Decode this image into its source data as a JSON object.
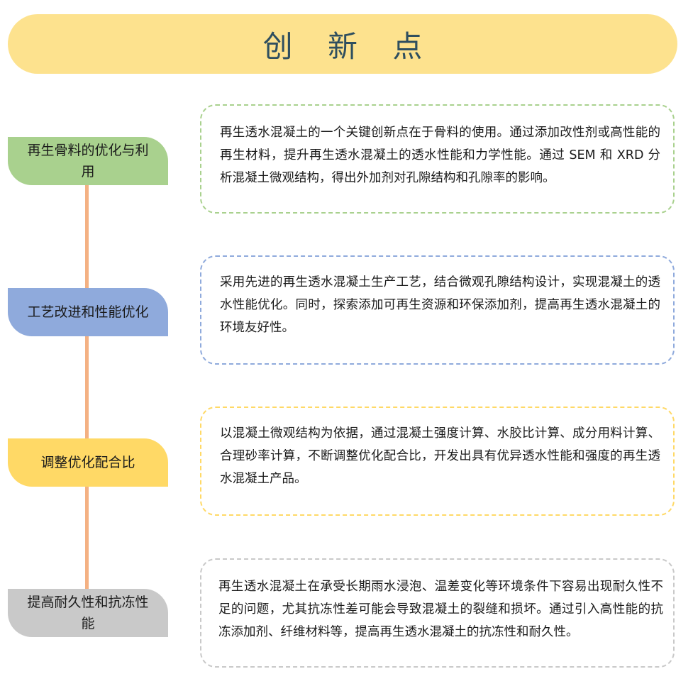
{
  "title": "创 新 点",
  "items": [
    {
      "label": "再生骨料的优化与利用",
      "color": "#a9d18e",
      "border": "#a9d18e",
      "text": "再生透水混凝土的一个关键创新点在于骨料的使用。通过添加改性剂或高性能的再生材料，提升再生透水混凝土的透水性能和力学性能。通过 SEM 和 XRD 分析混凝土微观结构，得出外加剂对孔隙结构和孔隙率的影响。"
    },
    {
      "label": "工艺改进和性能优化",
      "color": "#8faadc",
      "border": "#8faadc",
      "text": "采用先进的再生透水混凝土生产工艺，结合微观孔隙结构设计，实现混凝土的透水性能优化。同时，探索添加可再生资源和环保添加剂，提高再生透水混凝土的环境友好性。"
    },
    {
      "label": "调整优化配合比",
      "color": "#ffd966",
      "border": "#ffd966",
      "text": "以混凝土微观结构为依据，通过混凝土强度计算、水胶比计算、成分用料计算、合理砂率计算，不断调整优化配合比，开发出具有优异透水性能和强度的再生透水混凝土产品。"
    },
    {
      "label": "提高耐久性和抗冻性能",
      "color": "#c9c9c9",
      "border": "#c9c9c9",
      "text": "再生透水混凝土在承受长期雨水浸泡、温差变化等环境条件下容易出现耐久性不足的问题，尤其抗冻性差可能会导致混凝土的裂缝和损坏。通过引入高性能的抗冻添加剂、纤维材料等，提高再生透水混凝土的抗冻性和耐久性。"
    }
  ]
}
